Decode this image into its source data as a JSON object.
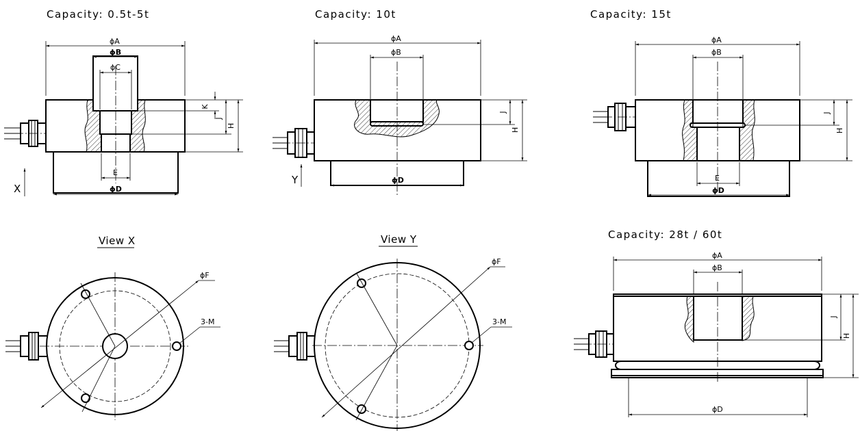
{
  "titles": {
    "cap_small": "Capacity: 0.5t-5t",
    "cap_10": "Capacity: 10t",
    "cap_15": "Capacity: 15t",
    "cap_28_60": "Capacity: 28t / 60t"
  },
  "views": {
    "view_x": "View X",
    "view_y": "View Y",
    "arrow_x": "X",
    "arrow_y": "Y"
  },
  "dims": {
    "a": "ϕA",
    "b": "ϕB",
    "c": "ϕC",
    "d": "ϕD",
    "e": "E",
    "f": "ϕF",
    "h": "H",
    "j": "J",
    "k": "K",
    "m": "3-M"
  }
}
